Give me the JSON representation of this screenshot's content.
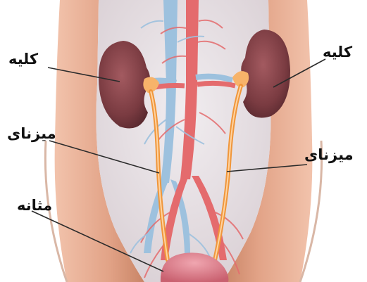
{
  "labels": {
    "kidney_left": "کلیه",
    "kidney_right": "کلیه",
    "ureter_left": "میزنای",
    "ureter_right": "میزنای",
    "bladder": "مثانه"
  },
  "colors": {
    "background": "#ffffff",
    "skin": "#e2a387",
    "skin_shadow": "#c98466",
    "cavity": "#e8e2e6",
    "kidney": "#7a3b41",
    "artery": "#e2686a",
    "vein": "#8fb7d8",
    "ureter": "#f0963a",
    "bladder": "#d97a88",
    "leader_line": "#2b2b2b"
  }
}
